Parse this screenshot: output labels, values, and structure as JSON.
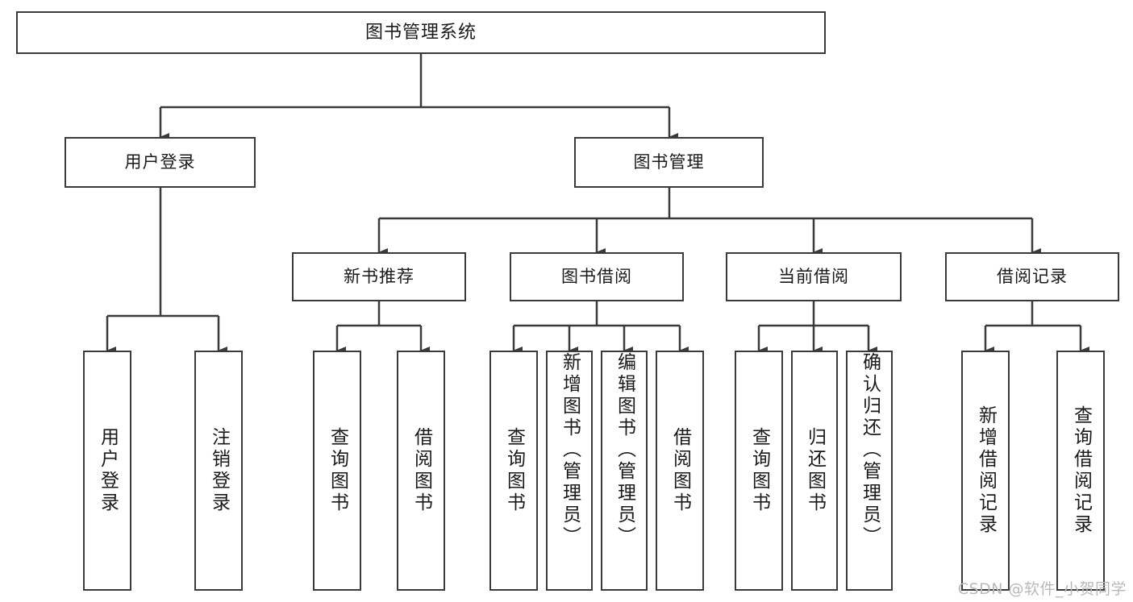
{
  "diagram": {
    "title": "图书管理系统",
    "type": "tree",
    "watermark": "CSDN @软件_小贺同学",
    "colors": {
      "border": "#3a3a3a",
      "fill": "#ffffff",
      "text": "#1a1a1a",
      "edge": "#3a3a3a",
      "watermark": "#b9b9b9"
    },
    "nodes": {
      "root": {
        "label": "图书管理系统"
      },
      "level2": [
        {
          "label": "用户登录"
        },
        {
          "label": "图书管理"
        }
      ],
      "level3": [
        {
          "label": "新书推荐"
        },
        {
          "label": "图书借阅"
        },
        {
          "label": "当前借阅"
        },
        {
          "label": "借阅记录"
        }
      ],
      "leaves": {
        "user_login": [
          {
            "label": "用户登录"
          },
          {
            "label": "注销登录"
          }
        ],
        "new_book": [
          {
            "label": "查询图书"
          },
          {
            "label": "借阅图书"
          }
        ],
        "borrow_book": [
          {
            "label": "查询图书"
          },
          {
            "label": "新增图书（管理员）"
          },
          {
            "label": "编辑图书（管理员）"
          },
          {
            "label": "借阅图书"
          }
        ],
        "current_borrow": [
          {
            "label": "查询图书"
          },
          {
            "label": "归还图书"
          },
          {
            "label": "确认归还（管理员）"
          }
        ],
        "borrow_record": [
          {
            "label": "新增借阅记录"
          },
          {
            "label": "查询借阅记录"
          }
        ]
      }
    }
  }
}
